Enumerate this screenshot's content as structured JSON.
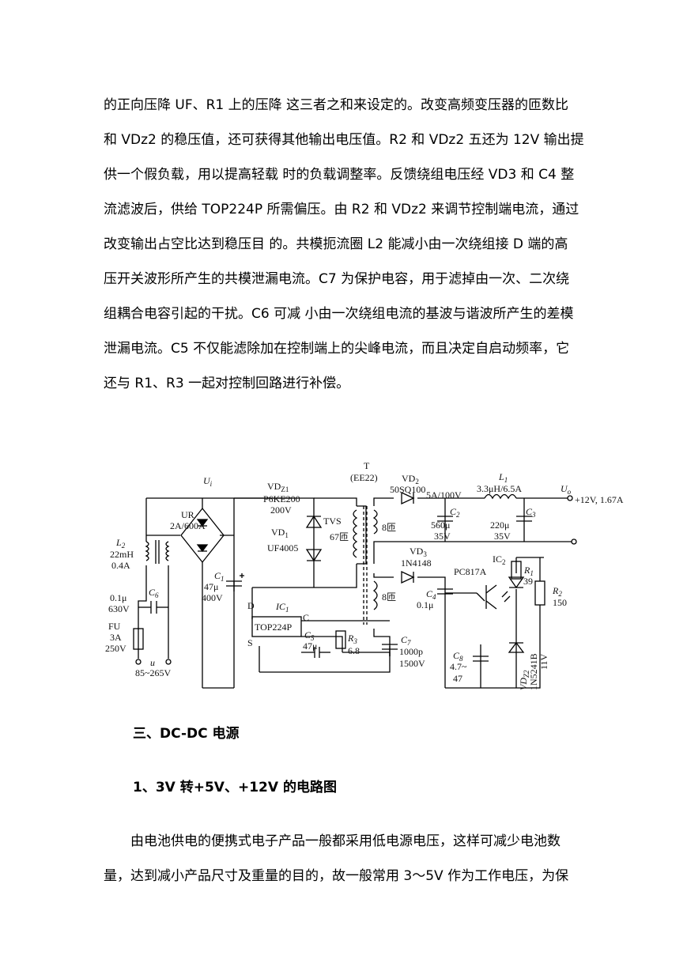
{
  "paragraph1": {
    "lines": [
      "的正向压降 UF、R1 上的压降  这三者之和来设定的。改变高频变压器的匝数比",
      "和 VDz2 的稳压值，还可获得其他输出电压值。R2 和 VDz2 五还为 12V 输出提",
      "供一个假负载，用以提高轻载  时的负载调整率。反馈绕组电压经 VD3 和 C4 整",
      "流滤波后，供给 TOP224P 所需偏压。由 R2 和 VDz2 来调节控制端电流，通过",
      "改变输出占空比达到稳压目  的。共模扼流圈 L2 能减小由一次绕组接 D 端的高",
      "压开关波形所产生的共模泄漏电流。C7 为保护电容，用于滤掉由一次、二次绕",
      "组耦合电容引起的干扰。C6 可减  小由一次绕组电流的基波与谐波所产生的差模",
      "泄漏电流。C5 不仅能滤除加在控制端上的尖峰电流，而且决定自启动频率，它",
      "还与 R1、R3 一起对控制回路进行补偿。"
    ]
  },
  "circuit": {
    "Ui": "U",
    "Ui_sub": "i",
    "UR_name": "UR",
    "UR_rating": "2A/600A",
    "L2_name": "L",
    "L2_sub": "2",
    "L2_val1": "22mH",
    "L2_val2": "0.4A",
    "C6_name": "C",
    "C6_sub": "6",
    "C6_val1": "0.1μ",
    "C6_val2": "630V",
    "FU_name": "FU",
    "FU_val1": "3A",
    "FU_val2": "250V",
    "u_label": "u",
    "u_range": "85~265V",
    "C1_name": "C",
    "C1_sub": "1",
    "C1_val1": "47μ",
    "C1_val2": "400V",
    "VDZ1_name": "VD",
    "VDZ1_sub": "Z1",
    "VDZ1_part": "P6KE200",
    "VDZ1_volt": "200V",
    "TVS": "TVS",
    "VD1_name": "VD",
    "VD1_sub": "1",
    "VD1_part": "UF4005",
    "T_name": "T",
    "T_core": "(EE22)",
    "T_pri_turns": "67匝",
    "T_sec_turns": "8匝",
    "T_fb_turns": "8匝",
    "VD2_name": "VD",
    "VD2_sub": "2",
    "VD2_part": "50SQ100",
    "VD2_rating": "5A/100V",
    "C2_name": "C",
    "C2_sub": "2",
    "C2_val1": "560μ",
    "C2_val2": "35V",
    "L1_name": "L",
    "L1_sub": "1",
    "L1_val": "3.3μH/6.5A",
    "C3_name": "C",
    "C3_sub": "3",
    "C3_val1": "220μ",
    "C3_val2": "35V",
    "Uo": "U",
    "Uo_sub": "o",
    "Uo_val": "+12V, 1.67A",
    "VD3_name": "VD",
    "VD3_sub": "3",
    "VD3_part": "1N4148",
    "IC2_name": "IC",
    "IC2_sub": "2",
    "IC2_part": "PC817A",
    "R1_name": "R",
    "R1_sub": "1",
    "R1_val": "39",
    "R2_name": "R",
    "R2_sub": "2",
    "R2_val": "150",
    "C4_name": "C",
    "C4_sub": "4",
    "C4_val": "0.1μ",
    "IC1_name": "IC",
    "IC1_sub": "1",
    "IC1_part": "TOP224P",
    "pin_D": "D",
    "pin_C": "C",
    "pin_S": "S",
    "C5_name": "C",
    "C5_sub": "5",
    "C5_val": "47μ",
    "R3_name": "R",
    "R3_sub": "3",
    "R3_val": "6.8",
    "C7_name": "C",
    "C7_sub": "7",
    "C7_val1": "1000p",
    "C7_val2": "1500V",
    "C8_name": "C",
    "C8_sub": "8",
    "C8_val1": "4.7~",
    "C8_val2": "47",
    "VDZ2_name": "VD",
    "VDZ2_sub": "Z2",
    "VDZ2_part": "1N5241B",
    "VDZ2_volt": "11V"
  },
  "heading1": "三、DC-DC 电源",
  "heading2": "1、3V 转+5V、+12V 的电路图",
  "paragraph2": {
    "lines": [
      "由电池供电的便携式电子产品一般都采用低电源电压，这样可减少电池数",
      "量，达到减小产品尺寸及重量的目的，故一般常用 3～5V 作为工作电压，为保"
    ]
  }
}
